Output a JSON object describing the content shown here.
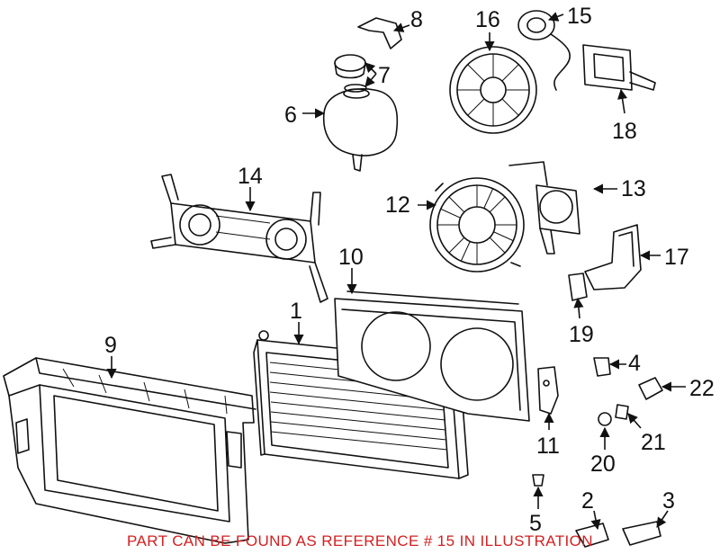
{
  "callouts": {
    "c1": "1",
    "c2": "2",
    "c3": "3",
    "c4": "4",
    "c5": "5",
    "c6": "6",
    "c7": "7",
    "c8": "8",
    "c9": "9",
    "c10": "10",
    "c11": "11",
    "c12": "12",
    "c13": "13",
    "c14": "14",
    "c15": "15",
    "c16": "16",
    "c17": "17",
    "c18": "18",
    "c19": "19",
    "c20": "20",
    "c21": "21",
    "c22": "22"
  },
  "footer_text": "PART CAN BE FOUND AS REFERENCE # 15 IN ILLUSTRATION",
  "colors": {
    "footer": "#d42020",
    "line": "#111111"
  }
}
